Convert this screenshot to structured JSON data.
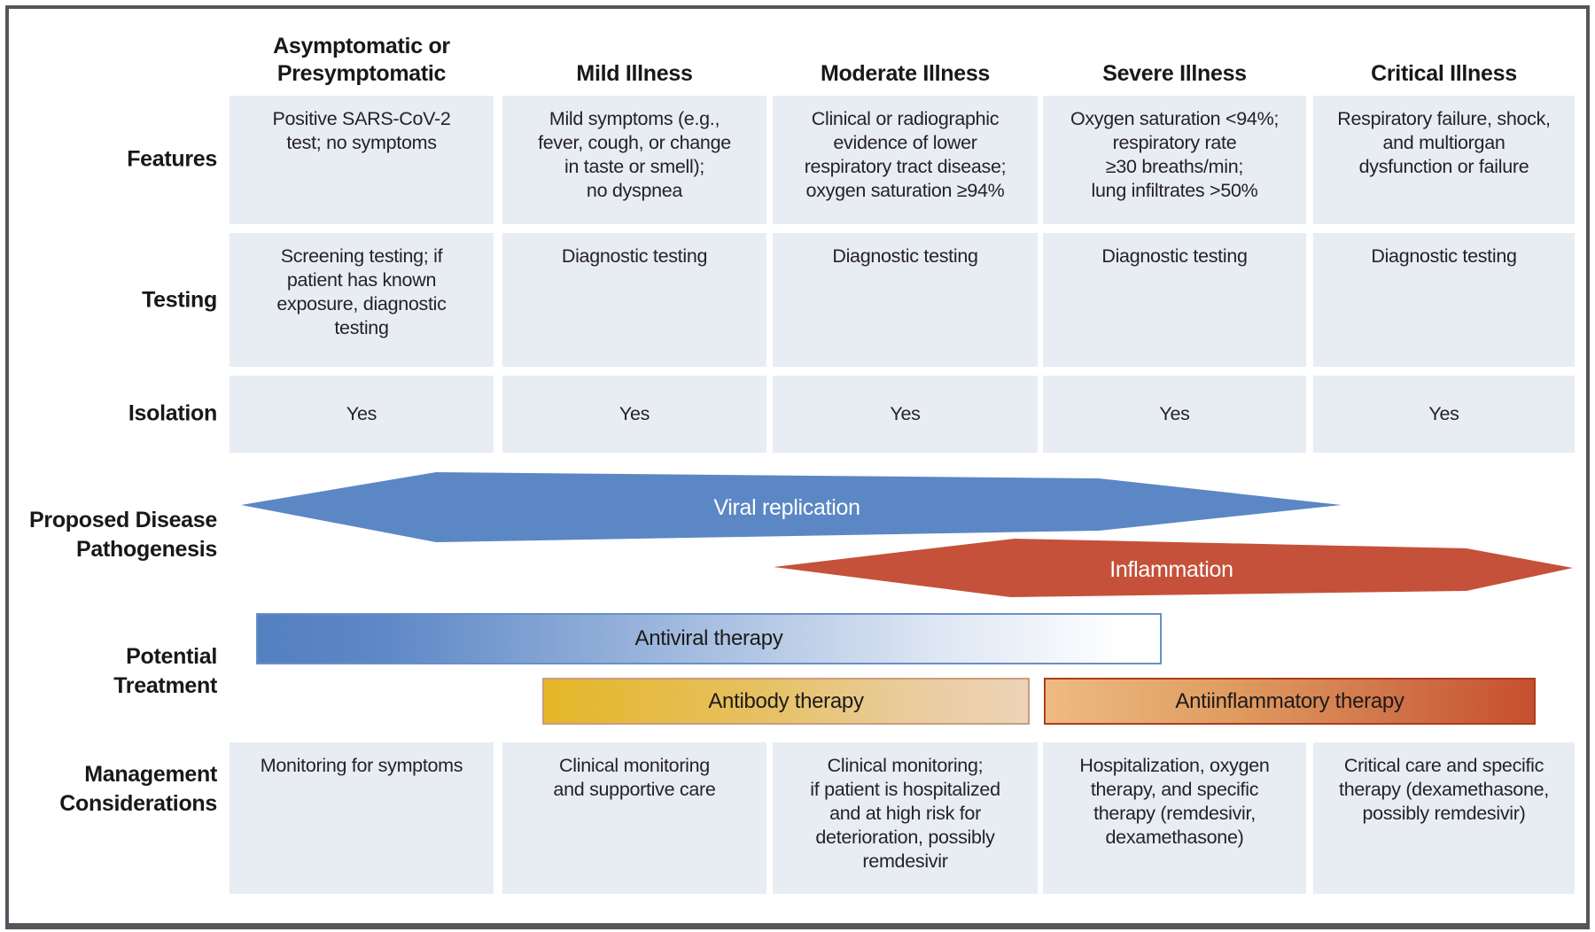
{
  "figure": {
    "row_labels": {
      "features": "Features",
      "testing": "Testing",
      "isolation": "Isolation",
      "pathogenesis": "Proposed Disease\nPathogenesis",
      "treatment": "Potential\nTreatment",
      "management": "Management\nConsiderations"
    },
    "columns": [
      {
        "header": "Asymptomatic or\nPresymptomatic",
        "features": "Positive SARS-CoV-2\ntest; no symptoms",
        "testing": "Screening testing; if\npatient has known\nexposure, diagnostic\ntesting",
        "isolation": "Yes",
        "management": "Monitoring for symptoms"
      },
      {
        "header": "Mild Illness",
        "features": "Mild symptoms (e.g.,\nfever, cough, or change\nin taste or smell);\nno dyspnea",
        "testing": "Diagnostic testing",
        "isolation": "Yes",
        "management": "Clinical monitoring\nand supportive care"
      },
      {
        "header": "Moderate Illness",
        "features": "Clinical or radiographic\nevidence of lower\nrespiratory tract disease;\noxygen saturation ≥94%",
        "testing": "Diagnostic testing",
        "isolation": "Yes",
        "management": "Clinical monitoring;\nif patient is hospitalized\nand at high risk for\ndeterioration, possibly\nremdesivir"
      },
      {
        "header": "Severe Illness",
        "features": "Oxygen saturation <94%;\nrespiratory rate\n≥30 breaths/min;\nlung infiltrates >50%",
        "testing": "Diagnostic testing",
        "isolation": "Yes",
        "management": "Hospitalization, oxygen\ntherapy, and specific\ntherapy (remdesivir,\ndexamethasone)"
      },
      {
        "header": "Critical Illness",
        "features": "Respiratory failure, shock,\nand multiorgan\ndysfunction or failure",
        "testing": "Diagnostic testing",
        "isolation": "Yes",
        "management": "Critical care and specific\ntherapy (dexamethasone,\npossibly remdesivir)"
      }
    ],
    "pathogenesis": {
      "viral_label": "Viral replication",
      "inflammation_label": "Inflammation",
      "viral_color": "#5b87c5",
      "inflammation_color": "#c5513a"
    },
    "treatment_bars": {
      "antiviral": "Antiviral therapy",
      "antibody": "Antibody therapy",
      "antiinflammatory": "Antiinflammatory therapy"
    },
    "colors": {
      "cell_background": "#e8edf4",
      "antiviral_gradient_start": "#5380c1",
      "antiviral_gradient_end": "#ffffff",
      "antibody_gradient_start": "#e4b627",
      "antibody_gradient_end": "#edd3b9",
      "antiinflammatory_gradient_start": "#edbb81",
      "antiinflammatory_gradient_end": "#c64f2e",
      "frame_border": "#55565a"
    }
  }
}
